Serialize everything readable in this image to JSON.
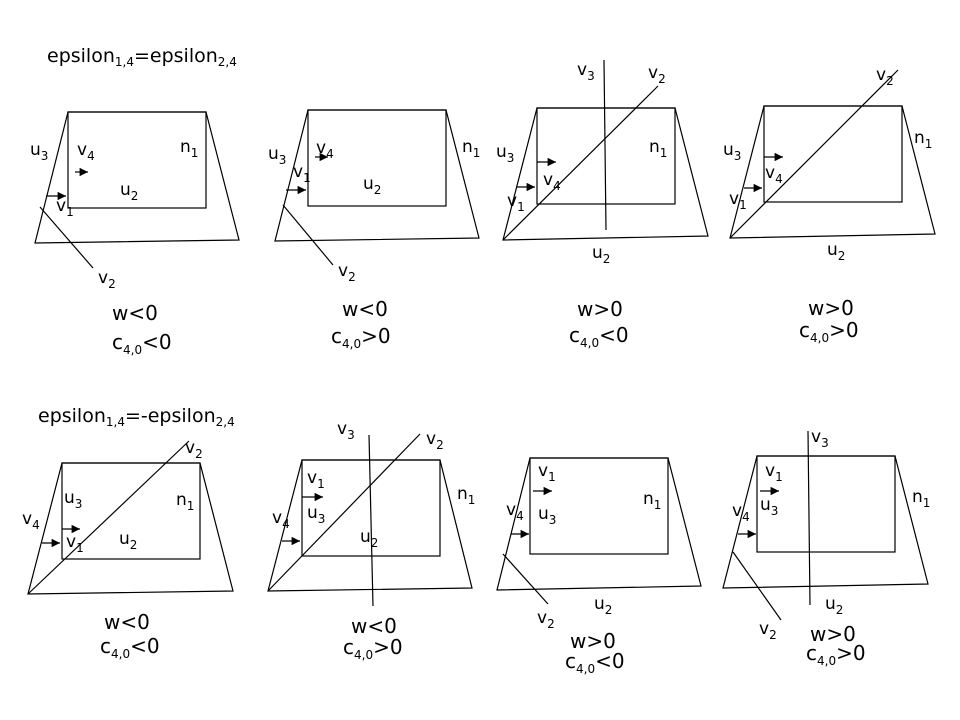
{
  "headings": {
    "top": [
      "epsilon",
      "1,4",
      "=epsilon",
      "2,4"
    ],
    "bottom": [
      "epsilon",
      "1,4",
      "=-epsilon",
      "2,4"
    ]
  },
  "labels": {
    "u": "u",
    "v": "v",
    "n": "n",
    "c": "c",
    "w": "w",
    "s1": "1",
    "s2": "2",
    "s3": "3",
    "s4": "4",
    "s40": "4,0"
  },
  "conditions": {
    "neg": "<0",
    "pos": ">0"
  }
}
